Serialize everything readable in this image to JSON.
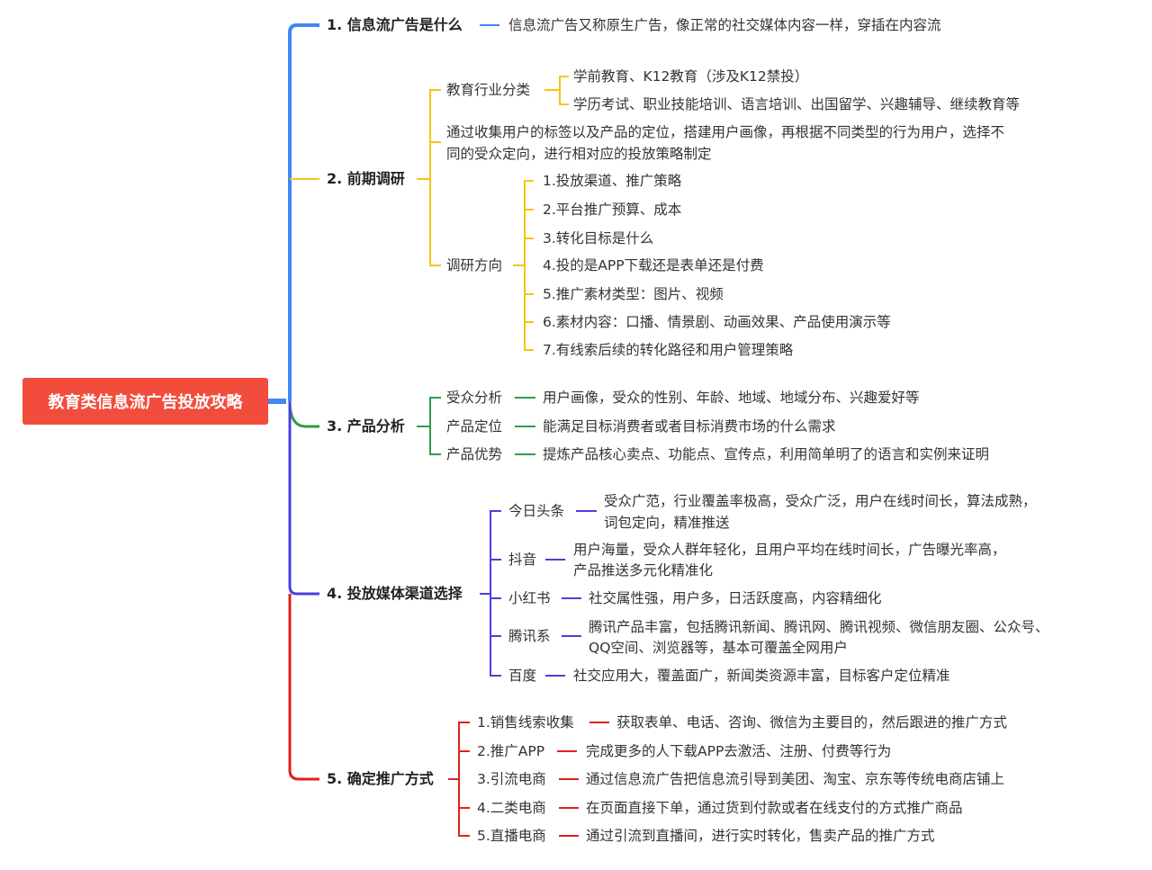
{
  "root": "教育类信息流广告投放攻略",
  "colors": {
    "root": "#f24c3d",
    "b1": "#4285f4",
    "b2": "#f5c518",
    "b3": "#2e9d4a",
    "b4": "#4b3fe0",
    "b5": "#e02020"
  },
  "b1": {
    "label": "1. 信息流广告是什么",
    "desc": "信息流广告又称原生广告，像正常的社交媒体内容一样，穿插在内容流"
  },
  "b2": {
    "label": "2. 前期调研",
    "industry": {
      "label": "教育行业分类",
      "items": [
        "学前教育、K12教育（涉及K12禁投）",
        "学历考试、职业技能培训、语言培训、出国留学、兴趣辅导、继续教育等"
      ]
    },
    "collect": [
      "通过收集用户的标签以及产品的定位，搭建用户画像，再根据不同类型的行为用户，选择不",
      "同的受众定向，进行相对应的投放策略制定"
    ],
    "direction": {
      "label": "调研方向",
      "items": [
        "1.投放渠道、推广策略",
        "2.平台推广预算、成本",
        "3.转化目标是什么",
        "4.投的是APP下载还是表单还是付费",
        "5.推广素材类型：图片、视频",
        "6.素材内容：口播、情景剧、动画效果、产品使用演示等",
        "7.有线索后续的转化路径和用户管理策略"
      ]
    }
  },
  "b3": {
    "label": "3. 产品分析",
    "items": [
      {
        "k": "受众分析",
        "v": "用户画像，受众的性别、年龄、地域、地域分布、兴趣爱好等"
      },
      {
        "k": "产品定位",
        "v": "能满足目标消费者或者目标消费市场的什么需求"
      },
      {
        "k": "产品优势",
        "v": "提炼产品核心卖点、功能点、宣传点，利用简单明了的语言和实例来证明"
      }
    ]
  },
  "b4": {
    "label": "4. 投放媒体渠道选择",
    "items": [
      {
        "k": "今日头条",
        "v": [
          "受众广范，行业覆盖率极高，受众广泛，用户在线时间长，算法成熟，",
          "词包定向，精准推送"
        ]
      },
      {
        "k": "抖音",
        "v": [
          "用户海量，受众人群年轻化，且用户平均在线时间长，广告曝光率高，",
          "产品推送多元化精准化"
        ]
      },
      {
        "k": "小红书",
        "v": [
          "社交属性强，用户多，日活跃度高，内容精细化"
        ]
      },
      {
        "k": "腾讯系",
        "v": [
          "腾讯产品丰富，包括腾讯新闻、腾讯网、腾讯视频、微信朋友圈、公众号、",
          "QQ空间、浏览器等，基本可覆盖全网用户"
        ]
      },
      {
        "k": "百度",
        "v": [
          "社交应用大，覆盖面广，新闻类资源丰富，目标客户定位精准"
        ]
      }
    ]
  },
  "b5": {
    "label": "5. 确定推广方式",
    "items": [
      {
        "k": "1.销售线索收集",
        "v": "获取表单、电话、咨询、微信为主要目的，然后跟进的推广方式"
      },
      {
        "k": "2.推广APP",
        "v": "完成更多的人下载APP去激活、注册、付费等行为"
      },
      {
        "k": "3.引流电商",
        "v": "通过信息流广告把信息流引导到美团、淘宝、京东等传统电商店铺上"
      },
      {
        "k": "4.二类电商",
        "v": "在页面直接下单，通过货到付款或者在线支付的方式推广商品"
      },
      {
        "k": "5.直播电商",
        "v": "通过引流到直播间，进行实时转化，售卖产品的推广方式"
      }
    ]
  }
}
